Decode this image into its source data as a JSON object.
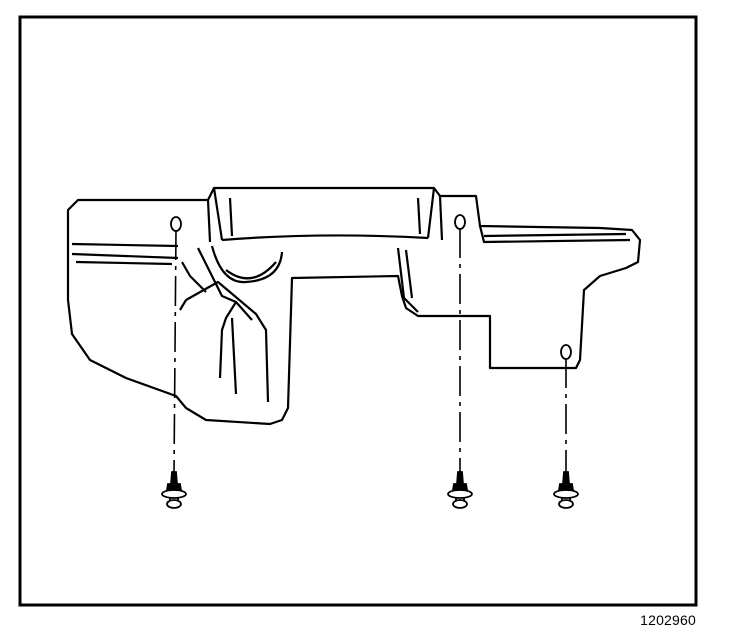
{
  "figure": {
    "id": "1202960"
  },
  "colors": {
    "line": "#000000",
    "background": "#ffffff"
  },
  "fasteners": [
    {
      "name": "push-pin-retainer-left"
    },
    {
      "name": "push-pin-retainer-middle"
    },
    {
      "name": "push-pin-retainer-right"
    }
  ]
}
